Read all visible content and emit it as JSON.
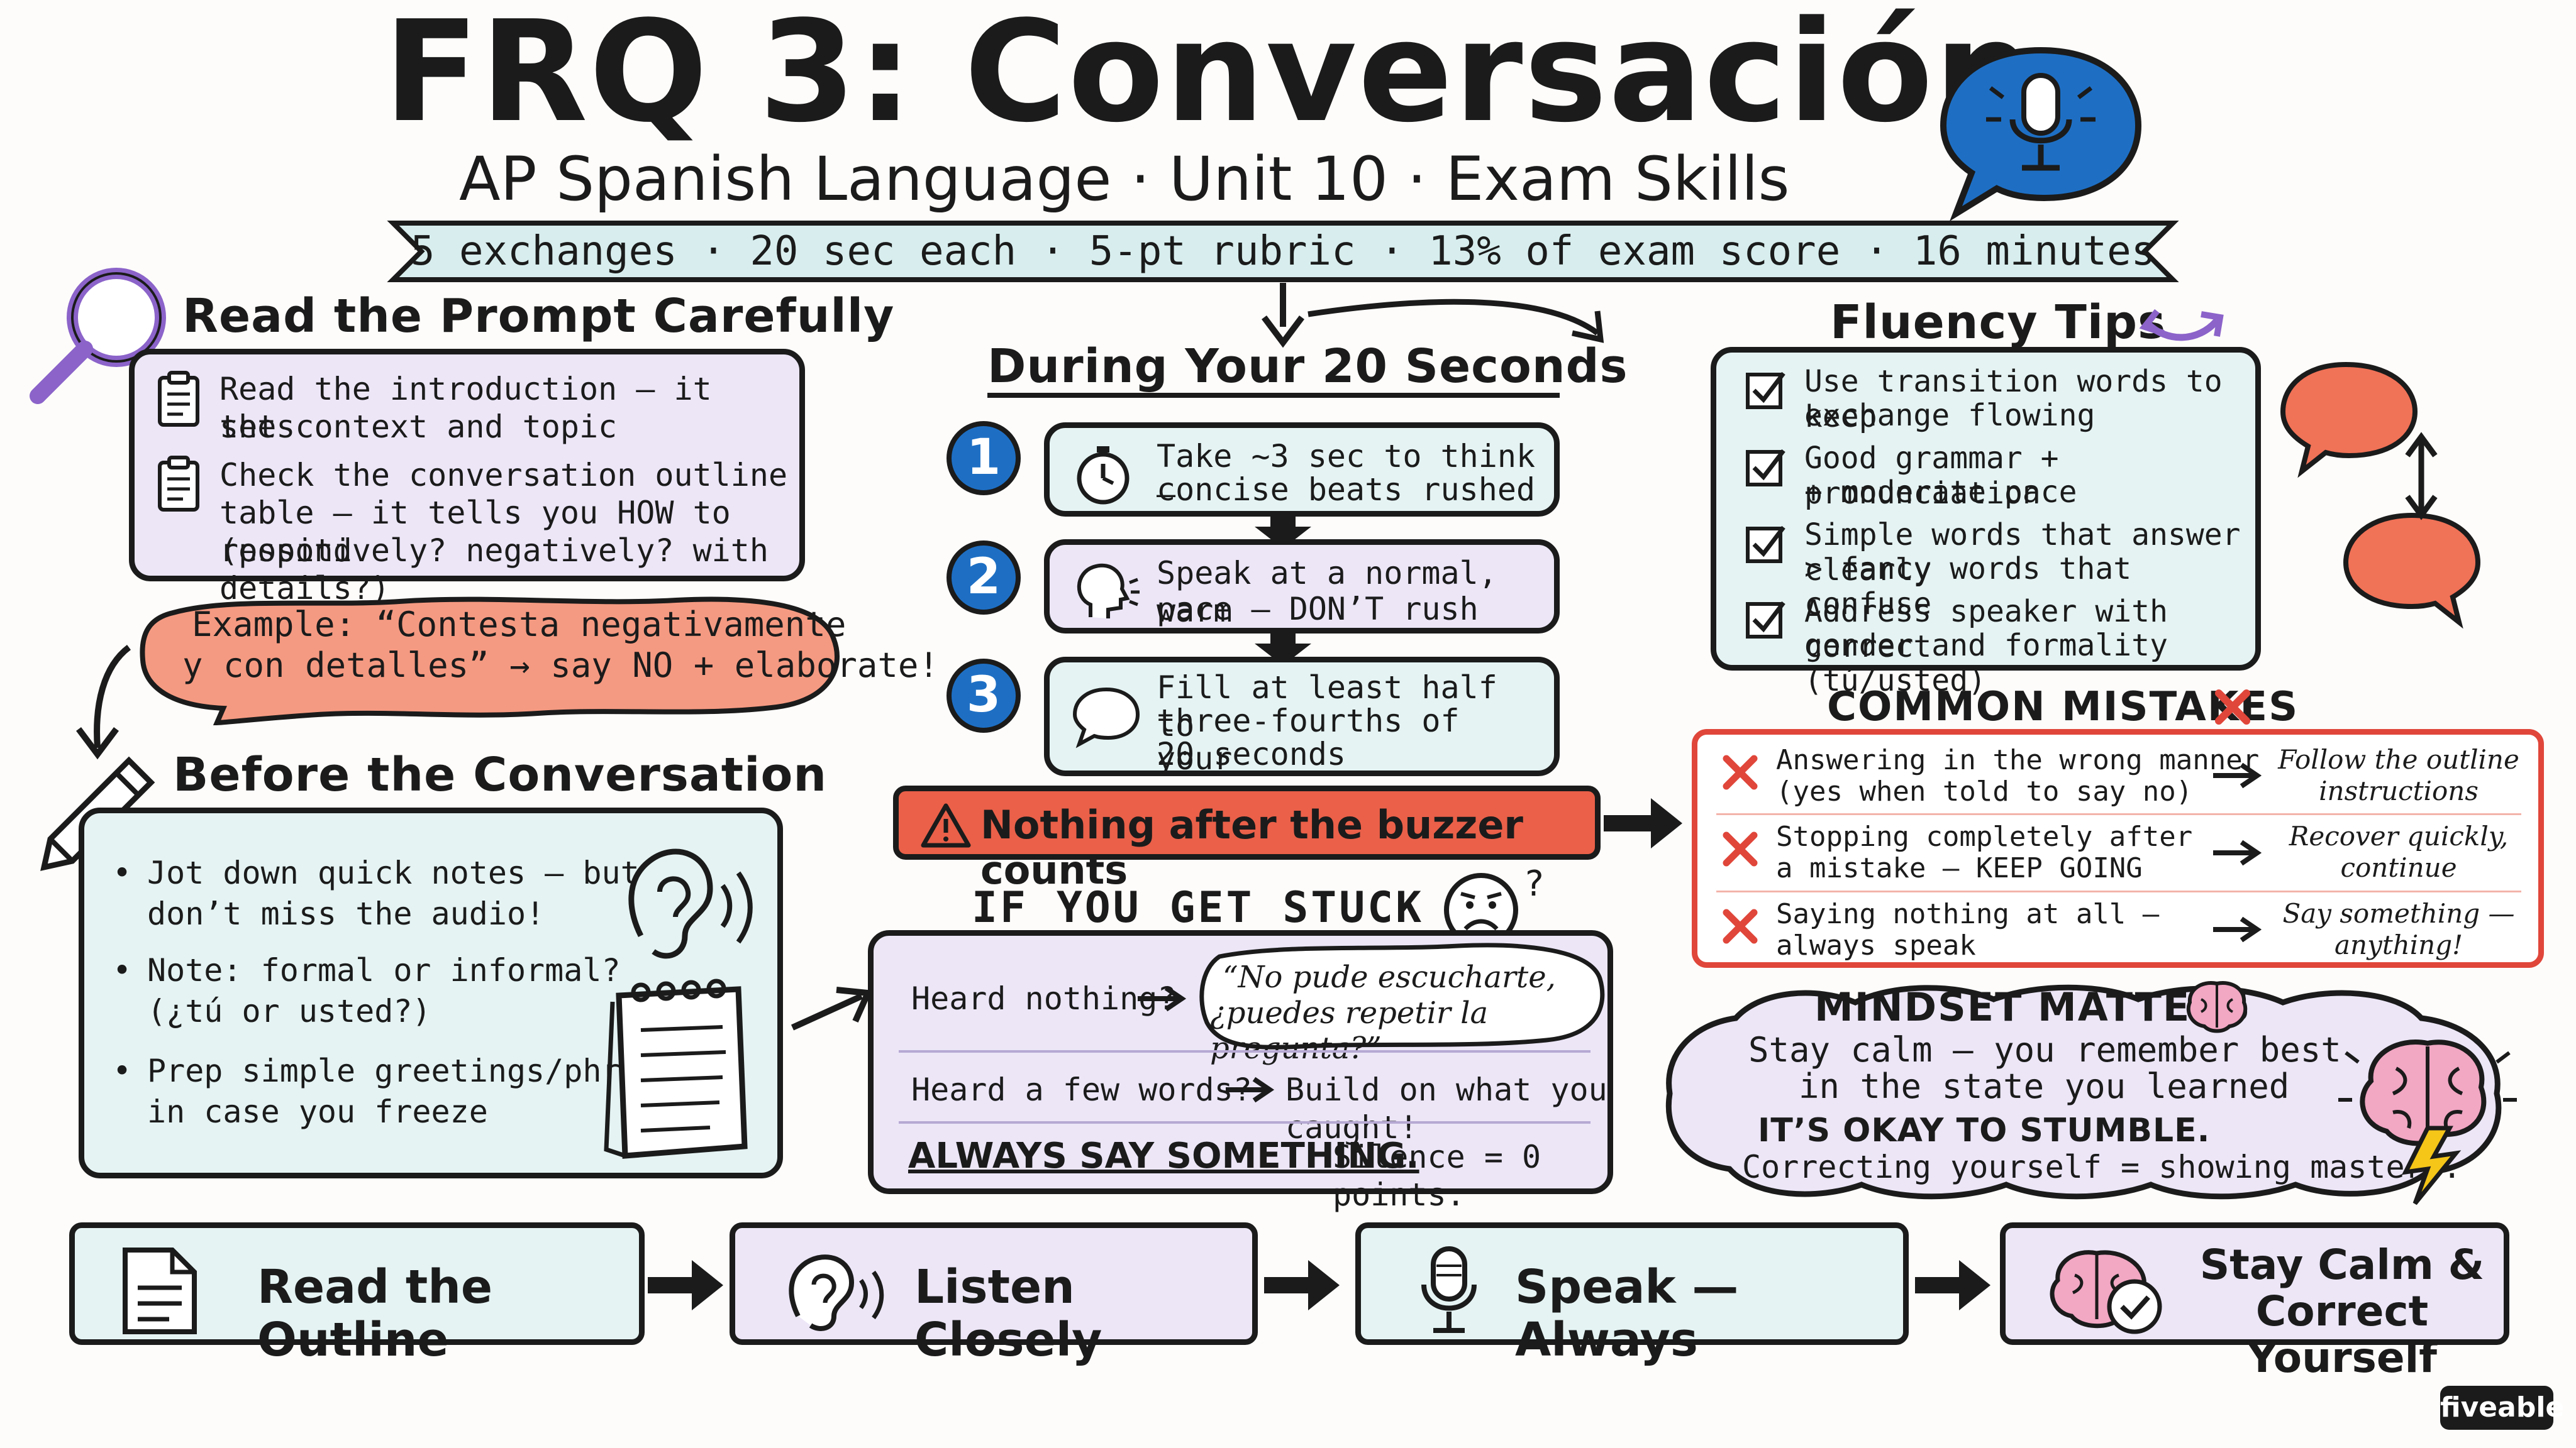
{
  "header": {
    "title": "FRQ 3: Conversación",
    "subtitle": "AP Spanish Language · Unit 10 · Exam Skills",
    "banner": "5 exchanges · 20 sec each · 5-pt rubric · 13% of exam score · 16 minutes"
  },
  "read_prompt": {
    "title": "Read the Prompt Carefully",
    "items": [
      {
        "line1": "Read the introduction — it sets",
        "line2": "the context and topic"
      },
      {
        "line1": "Check the conversation outline",
        "line2": "table — it tells you HOW to respond",
        "line3": "(positively? negatively? with details?)"
      }
    ],
    "example_line1": "Example: “Contesta negativamente",
    "example_line2": "y con detalles” → say NO + elaborate!"
  },
  "before": {
    "title": "Before the Conversation",
    "items": [
      {
        "line1": "Jot down quick notes — but",
        "line2": "don’t miss the audio!"
      },
      {
        "line1": "Note: formal or informal?",
        "line2": "(¿tú or usted?)"
      },
      {
        "line1": "Prep simple greetings/phrases",
        "line2": "in case you freeze"
      }
    ]
  },
  "during": {
    "title": "During Your 20 Seconds",
    "steps": [
      {
        "num": "1",
        "line1": "Take ~3 sec to think —",
        "line2": "concise beats rushed"
      },
      {
        "num": "2",
        "line1": "Speak at a normal, warm",
        "line2": "pace — DON’T rush"
      },
      {
        "num": "3",
        "line1": "Fill at least half to",
        "line2": "three-fourths of your",
        "line3": "20 seconds"
      }
    ],
    "warning": "Nothing after the buzzer counts"
  },
  "stuck": {
    "title": "IF YOU GET STUCK",
    "heard_nothing": "Heard nothing?",
    "quote_line1": "“No pude escucharte,",
    "quote_line2": "¿puedes repetir la pregunta?”",
    "heard_few": "Heard a few words?",
    "build": "Build on what you caught!",
    "always": "ALWAYS SAY SOMETHING.",
    "silence": "Silence = 0 points."
  },
  "fluency": {
    "title": "Fluency Tips",
    "items": [
      {
        "line1": "Use transition words to keep",
        "line2": "exchange flowing"
      },
      {
        "line1": "Good grammar + pronunciation",
        "line2": "+ moderate pace"
      },
      {
        "line1": "Simple words that answer clearly",
        "line2": "> fancy words that confuse"
      },
      {
        "line1": "Address speaker with correct",
        "line2": "gender and formality (tú/usted)"
      }
    ]
  },
  "mistakes": {
    "title": "COMMON MISTAKES",
    "rows": [
      {
        "m1": "Answering in the wrong manner",
        "m2": "(yes when told to say no)",
        "f1": "Follow the outline",
        "f2": "instructions"
      },
      {
        "m1": "Stopping completely after",
        "m2": "a mistake — KEEP GOING",
        "f1": "Recover quickly,",
        "f2": "continue"
      },
      {
        "m1": "Saying nothing at all —",
        "m2": "always speak",
        "f1": "Say something —",
        "f2": "anything!"
      }
    ]
  },
  "mindset": {
    "title": "MINDSET MATTERS",
    "line1": "Stay calm — you remember best",
    "line2": "in the state you learned",
    "line3": "IT’S OKAY TO STUMBLE.",
    "line4": "Correcting yourself = showing mastery."
  },
  "footer": {
    "steps": [
      "Read the Outline",
      "Listen Closely",
      "Speak — Always"
    ],
    "last_line1": "Stay Calm &",
    "last_line2": "Correct Yourself"
  },
  "brand": "fiveable",
  "colors": {
    "lavender": "#ece6f7",
    "mint": "#e5f3f3",
    "salmon": "#f59a82",
    "warning_red": "#ea6049",
    "number_blue": "#1e6fc4",
    "mistake_red": "#e0463a",
    "brain_pink": "#f2a7c3",
    "bolt_yellow": "#f5c518",
    "icon_purple": "#8b63c9"
  }
}
